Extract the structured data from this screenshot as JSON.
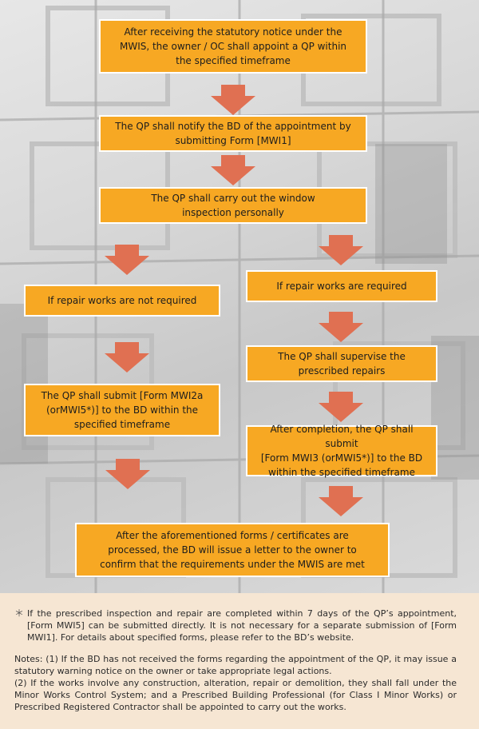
{
  "colors": {
    "box_fill": "#f7a823",
    "arrow_fill": "#e07052",
    "notes_background": "#f6e6d3"
  },
  "flow": {
    "step1": "After receiving the statutory notice under the\nMWIS, the owner / OC shall appoint a QP within\nthe specified timeframe",
    "step2": "The QP shall notify the BD of the appointment by\nsubmitting Form [MWI1]",
    "step3": "The QP shall carry out the window\ninspection personally",
    "left_branch": {
      "condition": "If repair works are not required",
      "submit": "The QP shall submit [Form MWI2a\n(orMWI5*)] to the BD within the\nspecified timeframe"
    },
    "right_branch": {
      "condition": "If repair works are required",
      "supervise": "The QP shall supervise the\nprescribed repairs",
      "submit": "After completion, the QP shall submit\n[Form MWI3 (orMWI5*)] to the BD\nwithin the specified timeframe"
    },
    "final": "After the aforementioned forms / certificates are\nprocessed, the BD will issue a letter to the owner to\nconfirm that the requirements under the MWIS are met"
  },
  "notes": {
    "footnote_mark": "＊",
    "footnote": "If the prescribed inspection and repair are completed within 7 days of the QP’s appointment, [Form MWI5] can be submitted directly. It is not necessary for a separate submission of [Form MWI1]. For details about specified forms, please refer to the BD’s website.",
    "note1": "Notes: (1) If the BD has not received the forms regarding the appointment of the QP, it may issue a statutory warning notice on the owner or take appropriate legal actions.",
    "note2": "(2) If the works involve any construction, alteration, repair or demolition, they shall fall under the Minor Works Control System; and a Prescribed Building Professional (for Class I Minor Works) or Prescribed Registered Contractor shall be appointed to carry out the works."
  }
}
